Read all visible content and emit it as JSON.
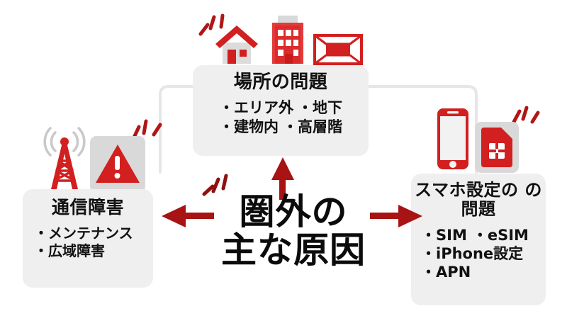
{
  "center": {
    "name": "center-headline",
    "line1": "圏外の",
    "line2": "主な原因"
  },
  "colors": {
    "brand_red": "#d21f1f",
    "arrow_red": "#a81313",
    "card_bg": "#efefef",
    "icon_box_bg": "#d9d9d9",
    "connector": "#e4e4e4",
    "text": "#111111",
    "page_bg": "#ffffff"
  },
  "cards": {
    "top": {
      "title": "場所の問題",
      "bullets_row1": [
        "エリア外",
        "地下"
      ],
      "bullets_row2": [
        "建物内",
        "高層階"
      ],
      "icons": [
        "house-icon",
        "apartment-building-icon",
        "tunnel-icon"
      ]
    },
    "left": {
      "title": "通信障害",
      "bullets": [
        "メンテナンス",
        "広域障害"
      ],
      "icons": [
        "cell-tower-icon",
        "warning-triangle-icon"
      ]
    },
    "right": {
      "title_line1": "スマホ設定の",
      "title_line2": "の問題",
      "bullets_row1": [
        "SIM",
        "eSIM"
      ],
      "bullets_row2": [
        "iPhone設定"
      ],
      "bullets_row3": [
        "APN"
      ],
      "icons": [
        "smartphone-icon",
        "sim-card-icon"
      ]
    }
  },
  "arrows": {
    "left": "arrow-left",
    "right": "arrow-right",
    "up": "arrow-up"
  },
  "decor": {
    "speedlines": [
      "speedlines-house",
      "speedlines-warning",
      "speedlines-center",
      "speedlines-sim"
    ]
  }
}
